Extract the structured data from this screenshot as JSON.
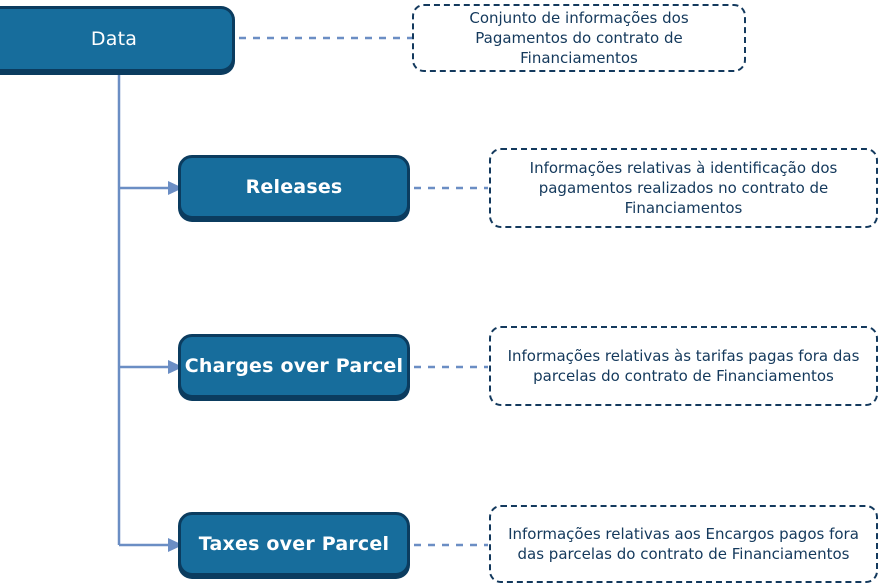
{
  "diagram": {
    "title": "Data",
    "type": "tree-diagram",
    "colors": {
      "node_fill": "#176d9c",
      "node_border": "#0b3c5f",
      "node_text": "#ffffff",
      "note_border": "#13395d",
      "note_text": "#14395c",
      "connector": "#6b8ec4",
      "background": "#ffffff"
    },
    "root": {
      "label": "Data",
      "note": "Conjunto de informações dos Pagamentos do contrato de Financiamentos"
    },
    "children": [
      {
        "label": "Releases",
        "note": "Informações relativas à identificação dos pagamentos realizados no contrato de Financiamentos"
      },
      {
        "label": "Charges over Parcel",
        "note": "Informações relativas às tarifas pagas fora das parcelas do contrato de Financiamentos"
      },
      {
        "label": "Taxes over Parcel",
        "note": "Informações relativas aos Encargos pagos fora das parcelas do contrato de Financiamentos"
      }
    ]
  }
}
